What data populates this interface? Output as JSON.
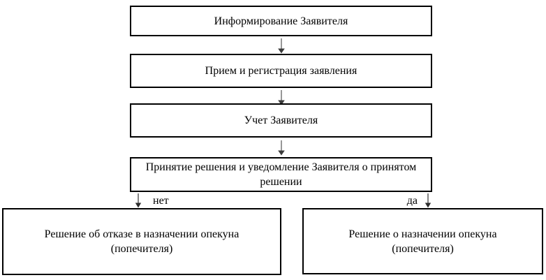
{
  "diagram": {
    "nodes": [
      {
        "id": "inform",
        "label": "Информирование Заявителя"
      },
      {
        "id": "intake",
        "label": "Прием и регистрация заявления"
      },
      {
        "id": "record",
        "label": "Учет Заявителя"
      },
      {
        "id": "decision",
        "label": "Принятие решения и уведомление Заявителя о принятом решении"
      },
      {
        "id": "refuse",
        "label": "Решение об отказе в назначении опекуна (попечителя)"
      },
      {
        "id": "appoint",
        "label": "Решение о назначении опекуна (попечителя)"
      }
    ],
    "edges": [
      {
        "from": "inform",
        "to": "intake"
      },
      {
        "from": "intake",
        "to": "record"
      },
      {
        "from": "record",
        "to": "decision"
      },
      {
        "from": "decision",
        "to": "refuse",
        "label": "нет"
      },
      {
        "from": "decision",
        "to": "appoint",
        "label": "да"
      }
    ],
    "colors": {
      "background": "#ffffff",
      "border": "#000000",
      "text": "#000000",
      "arrow_stem": "#7f7f7f",
      "arrow_head": "#3b3b3b"
    }
  }
}
